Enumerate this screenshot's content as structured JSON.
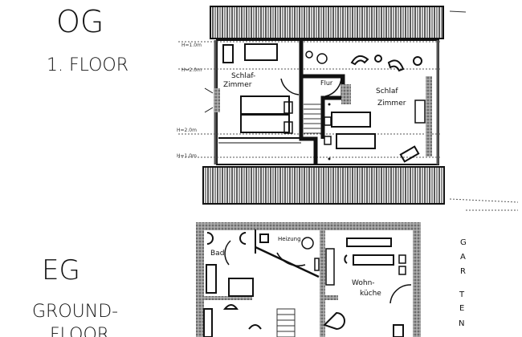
{
  "upper_floor": {
    "title": "OG",
    "subtitle": "1. FLOOR",
    "heights": [
      "H=1.0m",
      "H=2.0m",
      "H=2.0m",
      "H=1.0m"
    ],
    "rooms": {
      "bedroom_left": [
        "Schlaf-",
        "Zimmer"
      ],
      "hall": "Flur",
      "bedroom_right": [
        "Schlaf",
        "Zimmer"
      ]
    }
  },
  "ground_floor": {
    "title": "EG",
    "subtitle": [
      "GROUND-",
      "FLOOR"
    ],
    "rooms": {
      "bath": "Bad",
      "heating": "Heizung",
      "kitchen": [
        "Wohn-",
        "küche"
      ]
    },
    "garden_letters": [
      "G",
      "A",
      "R",
      "T",
      "E",
      "N"
    ]
  }
}
